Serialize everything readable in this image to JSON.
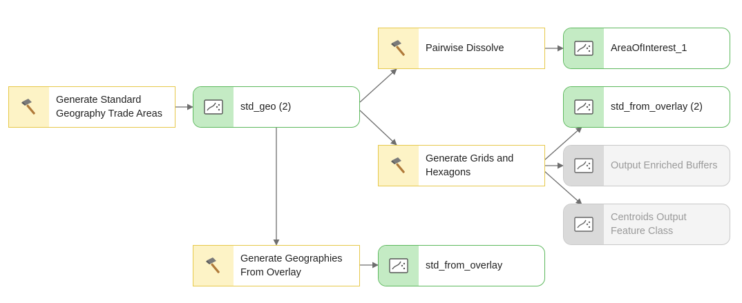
{
  "diagram": {
    "tools": {
      "generate_std_geo": {
        "label": "Generate Standard\nGeography Trade Areas",
        "icon": "hammer-icon"
      },
      "pairwise_dissolve": {
        "label": "Pairwise Dissolve",
        "icon": "hammer-icon"
      },
      "generate_grids": {
        "label": "Generate Grids and\nHexagons",
        "icon": "hammer-icon"
      },
      "generate_geographies_overlay": {
        "label": "Generate Geographies\nFrom Overlay",
        "icon": "hammer-icon"
      }
    },
    "data": {
      "std_geo": {
        "label": "std_geo (2)",
        "icon": "feature-class-icon",
        "state": "created"
      },
      "area_of_interest": {
        "label": "AreaOfInterest_1",
        "icon": "feature-class-icon",
        "state": "created"
      },
      "std_from_overlay_2": {
        "label": "std_from_overlay (2)",
        "icon": "feature-class-icon",
        "state": "created"
      },
      "output_enriched_buffers": {
        "label": "Output Enriched Buffers",
        "icon": "feature-class-icon",
        "state": "disabled"
      },
      "centroids_output": {
        "label": "Centroids Output\nFeature Class",
        "icon": "feature-class-icon",
        "state": "disabled"
      },
      "std_from_overlay": {
        "label": "std_from_overlay",
        "icon": "feature-class-icon",
        "state": "created"
      }
    },
    "colors": {
      "tool_border": "#e6c84a",
      "tool_fill": "#fdf3c6",
      "data_border": "#5cb85c",
      "data_fill": "#c4ebc4",
      "disabled_border": "#c8c8c8",
      "disabled_fill": "#dadada",
      "connector": "#6e6e6e"
    }
  }
}
